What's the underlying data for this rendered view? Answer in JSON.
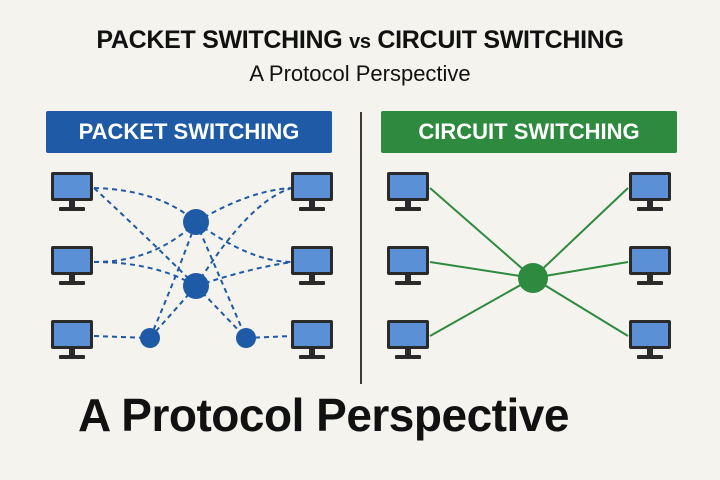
{
  "header": {
    "title_left": "PACKET SWITCHING",
    "title_vs": "vs",
    "title_right": "CIRCUIT SWITCHING",
    "subtitle": "A Protocol Perspective"
  },
  "panels": {
    "packet": {
      "label": "PACKET SWITCHING",
      "color": "#1f5aa6"
    },
    "circuit": {
      "label": "CIRCUIT SWITCHING",
      "color": "#2e8a3e"
    }
  },
  "footer": {
    "text": "A Protocol Perspective"
  },
  "icons": {
    "computer": "computer-monitor-icon",
    "node": "network-node"
  }
}
